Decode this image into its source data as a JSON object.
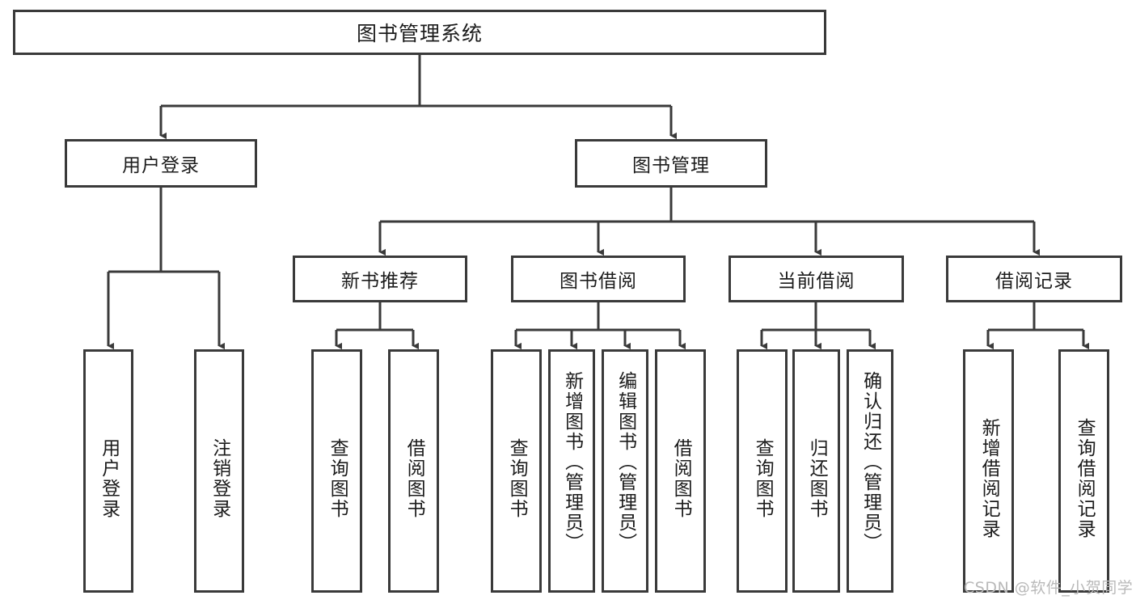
{
  "diagram": {
    "type": "tree-hierarchy",
    "title": "图书管理系统",
    "root": {
      "label": "图书管理系统"
    },
    "level1": [
      {
        "label": "用户登录"
      },
      {
        "label": "图书管理"
      }
    ],
    "level2": [
      {
        "label": "新书推荐"
      },
      {
        "label": "图书借阅"
      },
      {
        "label": "当前借阅"
      },
      {
        "label": "借阅记录"
      }
    ],
    "leaves": {
      "user_login": [
        {
          "label": "用户登录"
        },
        {
          "label": "注销登录"
        }
      ],
      "new_book_recommend": [
        {
          "label": "查询图书"
        },
        {
          "label": "借阅图书"
        }
      ],
      "book_borrow": [
        {
          "label": "查询图书"
        },
        {
          "label": "新增图书（管理员）"
        },
        {
          "label": "编辑图书（管理员）"
        },
        {
          "label": "借阅图书"
        }
      ],
      "current_borrow": [
        {
          "label": "查询图书"
        },
        {
          "label": "归还图书"
        },
        {
          "label": "确认归还（管理员）"
        }
      ],
      "borrow_record": [
        {
          "label": "新增借阅记录"
        },
        {
          "label": "查询借阅记录"
        }
      ]
    },
    "watermark": "CSDN @软件_小贺同学",
    "colors": {
      "stroke": "#3a3a3a",
      "background": "#ffffff",
      "text": "#1c1c1c",
      "watermark": "#b9b9b9"
    }
  }
}
